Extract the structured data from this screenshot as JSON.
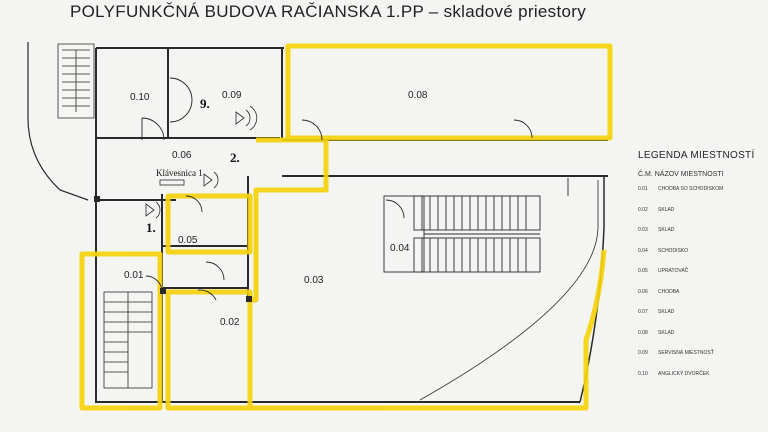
{
  "title": "POLYFUNKČNÁ BUDOVA RAČIANSKA 1.PP  –  skladové priestory",
  "rooms": {
    "r001": "0.01",
    "r002": "0.02",
    "r003": "0.03",
    "r004": "0.04",
    "r005": "0.05",
    "r006": "0.06",
    "r008": "0.08",
    "r009": "0.09",
    "r010": "0.10"
  },
  "markers": {
    "m1": "1.",
    "m2": "2.",
    "m9": "9.",
    "klavesnica": "Klávesnica 1"
  },
  "legend": {
    "title": "LEGENDA MIESTNOSTÍ",
    "header": "Č.M.  NÁZOV MIESTNOSTI",
    "items": [
      {
        "num": "0.01",
        "name": "CHODBA SO SCHODISKOM"
      },
      {
        "num": "0.02",
        "name": "SKLAD"
      },
      {
        "num": "0.03",
        "name": "SKLAD"
      },
      {
        "num": "0.04",
        "name": "SCHODISKO"
      },
      {
        "num": "0.05",
        "name": "UPRATOVAČ"
      },
      {
        "num": "0.06",
        "name": "CHODBA"
      },
      {
        "num": "0.07",
        "name": "SKLAD"
      },
      {
        "num": "0.08",
        "name": "SKLAD"
      },
      {
        "num": "0.09",
        "name": "SERVISNÁ MIESTNOSŤ"
      },
      {
        "num": "0.10",
        "name": "ANGLICKÝ DVORČEK"
      }
    ]
  },
  "colors": {
    "highlight": "#f4d20a",
    "wall": "#2a2a2a",
    "paper": "#f4f4f2"
  }
}
